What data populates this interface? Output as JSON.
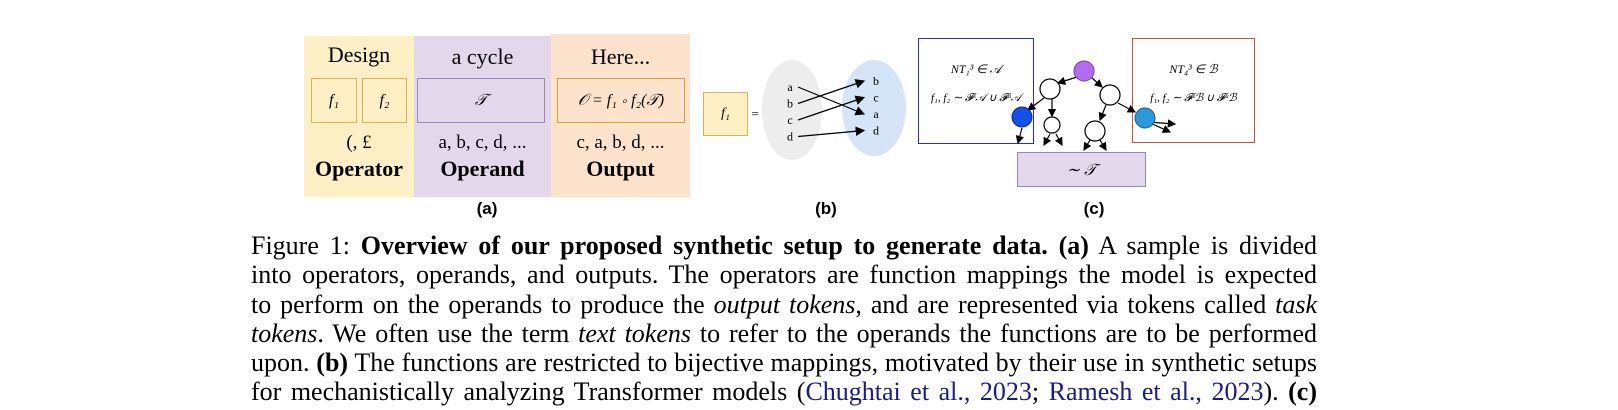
{
  "panel_a": {
    "col1": {
      "title": "Design",
      "tok1": "f₁",
      "tok2": "f₂",
      "seq": "(, £",
      "label": "Operator"
    },
    "col2": {
      "title": "a cycle",
      "tok": "𝒯",
      "seq": "a, b, c, d, ...",
      "label": "Operand"
    },
    "col3": {
      "title": "Here...",
      "tok": "𝒪 = f₁ ∘ f₂(𝒯)",
      "seq": "c, a, b, d, ...",
      "label": "Output"
    },
    "sublabel": "(a)",
    "colors": {
      "col1": "#fdf0c4",
      "col2": "#e3d7ec",
      "col3": "#fde3cc",
      "box1": "#d9b25a",
      "box2": "#9a86b8",
      "box3": "#d9a040"
    }
  },
  "panel_b": {
    "fn": "f₁",
    "equals": "=",
    "left": [
      "a",
      "b",
      "c",
      "d"
    ],
    "right": [
      "b",
      "c",
      "a",
      "d"
    ],
    "sublabel": "(b)"
  },
  "panel_c": {
    "left_box": {
      "line1": "NT₁³ ∈ 𝒜",
      "line2": "f₁, f₂ ∼ 𝓕ˢ𝒜 ∪ 𝓕ᵘ𝒜"
    },
    "right_box": {
      "line1": "NT₄³ ∈ ℬ",
      "line2": "f₁, f₂ ∼ 𝓕ˢℬ ∪ 𝓕ᵘℬ"
    },
    "bottom_box": "∼ 𝒯",
    "sublabel": "(c)",
    "colors": {
      "left": "#2a2adb",
      "right": "#e04a3a",
      "root": "#b36cf0",
      "leftnode": "#1250e8",
      "rightnode": "#2a9ad8"
    }
  },
  "caption": {
    "lines": [
      [
        "Figure 1: ",
        {
          "b": "Overview of our proposed synthetic setup to generate data. (a)"
        },
        " A sample is divided"
      ],
      [
        "into operators, operands, and outputs. The operators are function mappings the model is expected"
      ],
      [
        "to perform on the operands to produce the ",
        {
          "i": "output tokens"
        },
        ", and are represented via tokens called ",
        {
          "i": "task"
        }
      ],
      [
        {
          "i": "tokens"
        },
        ". We often use the term ",
        {
          "i": "text tokens"
        },
        " to refer to the operands the functions are to be performed"
      ],
      [
        "upon. ",
        {
          "b": "(b)"
        },
        " The functions are restricted to bijective mappings, motivated by their use in synthetic setups"
      ],
      [
        "for mechanistically analyzing Transformer models (",
        {
          "c": "Chughtai et al., 2023"
        },
        "; ",
        {
          "c": "Ramesh et al., 2023"
        },
        "). ",
        {
          "b": "(c)"
        }
      ]
    ]
  }
}
